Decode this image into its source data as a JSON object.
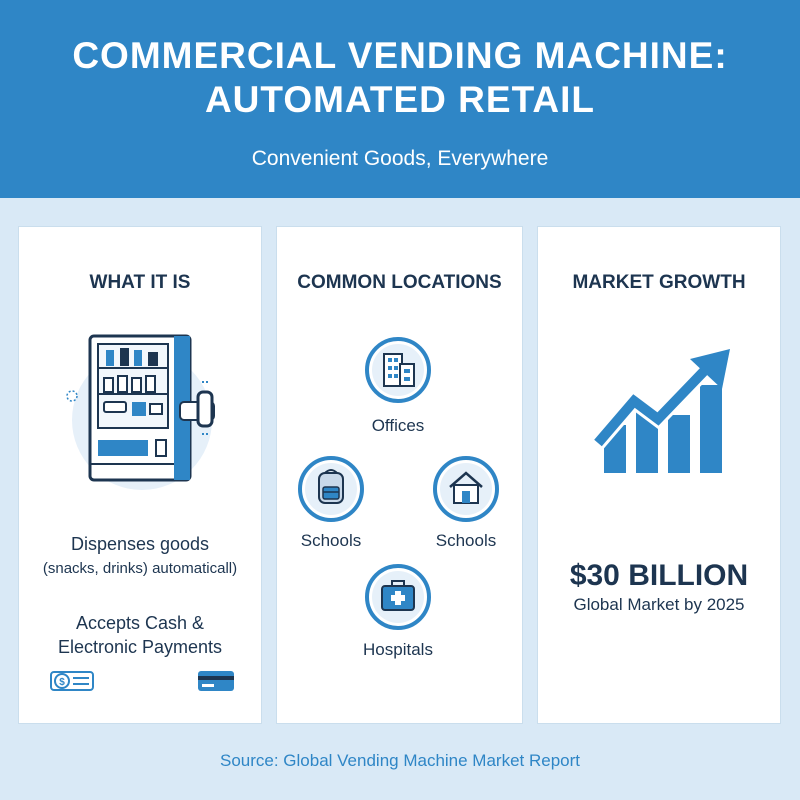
{
  "header": {
    "title_line1": "COMMERCIAL VENDING MACHINE:",
    "title_line2": "AUTOMATED RETAIL",
    "subtitle": "Convenient Goods, Everywhere"
  },
  "what_it_is": {
    "heading": "WHAT IT IS",
    "desc_line1": "Dispenses goods",
    "desc_line2": "(snacks, drinks) automaticall)",
    "payment_line1": "Accepts Cash &",
    "payment_line2": "Electronic Payments",
    "icons": [
      "vending-machine-icon",
      "cash-icon",
      "card-icon"
    ]
  },
  "locations": {
    "heading": "COMMON LOCATIONS",
    "items": [
      {
        "label": "Offices",
        "icon": "building-icon"
      },
      {
        "label": "Schools",
        "icon": "backpack-icon"
      },
      {
        "label": "Schools",
        "icon": "school-icon"
      },
      {
        "label": "Hospitals",
        "icon": "medical-kit-icon"
      }
    ]
  },
  "market": {
    "heading": "MARKET GROWTH",
    "value": "$30 BILLION",
    "caption": "Global Market by 2025",
    "icon": "growth-chart-icon"
  },
  "footer": {
    "source": "Source: Global Vending Machine Market Report"
  },
  "colors": {
    "accent": "#2f86c6",
    "navy": "#1d3550",
    "background": "#d9e9f6"
  }
}
